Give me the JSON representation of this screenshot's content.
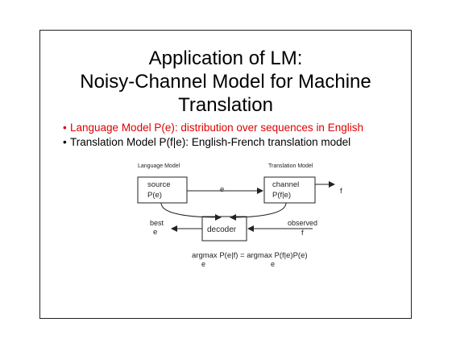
{
  "slide": {
    "title_lines": [
      "Application of LM:",
      "Noisy-Channel Model for Machine",
      "Translation"
    ],
    "bullets": [
      {
        "text": "Language Model P(e): distribution over sequences in English",
        "color": "#e00000"
      },
      {
        "text": "Translation Model P(f|e):  English-French translation model",
        "color": "#000000"
      }
    ],
    "bullet_glyph": "•"
  },
  "diagram": {
    "language_model_label": "Language Model",
    "translation_model_label": "Translation Model",
    "source_box": {
      "line1": "source",
      "line2": "P(e)"
    },
    "channel_box": {
      "line1": "channel",
      "line2": "P(f|e)"
    },
    "decoder_box": "decoder",
    "e_label": "e",
    "f_label": "f",
    "best_label": "best",
    "best_e": "e",
    "observed_label": "observed",
    "observed_f": "f",
    "formula": "argmax P(e|f) = argmax P(f|e)P(e)",
    "sub_e1": "e",
    "sub_e2": "e"
  }
}
